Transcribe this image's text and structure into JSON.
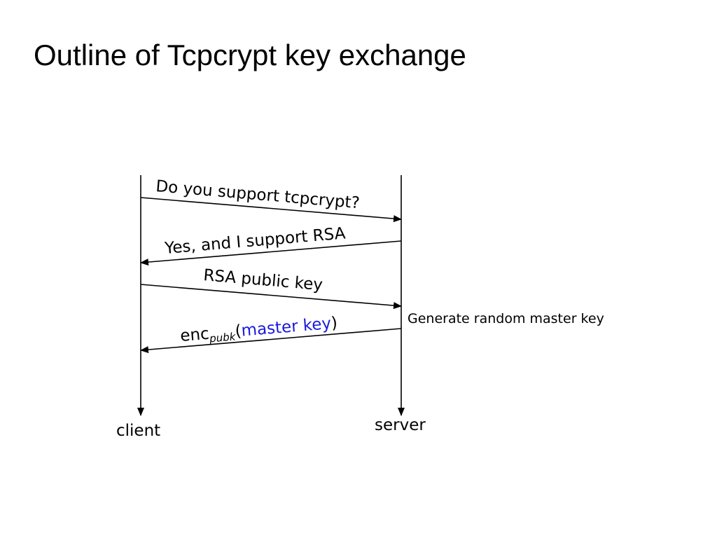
{
  "title": "Outline of Tcpcrypt key exchange",
  "parties": {
    "client": "client",
    "server": "server"
  },
  "messages": [
    {
      "text": "Do you support tcpcrypt?",
      "direction": "client-to-server"
    },
    {
      "text": "Yes, and I support RSA",
      "direction": "server-to-client"
    },
    {
      "text": "RSA public key",
      "direction": "client-to-server"
    },
    {
      "enc_prefix": "enc",
      "enc_subscript": "pubk",
      "open_paren": "(",
      "payload": "master key",
      "close_paren": ")",
      "direction": "server-to-client"
    }
  ],
  "server_note": "Generate random master key",
  "colors": {
    "line": "#000000",
    "highlight": "#1a1adb"
  }
}
